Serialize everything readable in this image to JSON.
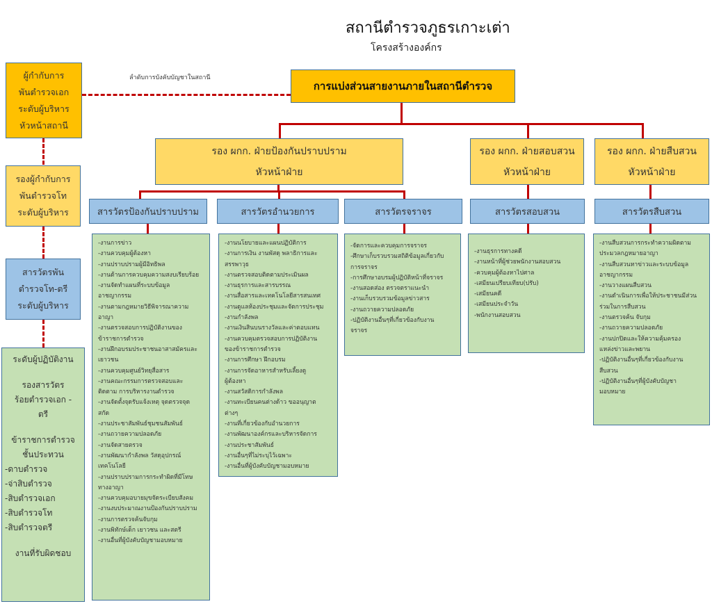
{
  "header": {
    "title": "สถานีตำรวจภูธรเกาะเต่า",
    "subtitle": "โครงสร้างองค์กร"
  },
  "command_line_label": "ลำดับการบังคับบัญชาในสถานี",
  "colors": {
    "connector": "#c00000",
    "top_box": "#ffc000",
    "deputy_box": "#ffd966",
    "section_box": "#9dc3e6",
    "task_box": "#c5e0b4",
    "border": "#41719c"
  },
  "hierarchy": {
    "chief": [
      "ผู้กำกับการ",
      "พันตำรวจเอก",
      "ระดับผู้บริหาร",
      "หัวหน้าสถานี"
    ],
    "deputy": [
      "รองผู้กำกับการ",
      "พันตำรวจโท",
      "ระดับผู้บริหาร"
    ],
    "inspector": [
      "สารวัตรพัน",
      "ตำรวจโท-ตรี",
      "ระดับผู้บริหาร"
    ],
    "operational": {
      "heading": "ระดับผู้ปฏิบัติงาน",
      "sub_inspector": [
        "รองสารวัตร",
        "ร้อยตำรวจเอก -",
        "ตรี"
      ],
      "ncos_heading": [
        "ข้าราชการตำรวจ",
        "ชั้นประทวน"
      ],
      "ranks": [
        "-ดาบตำรวจ",
        "-จ่าสิบตำรวจ",
        "-สิบตำรวจเอก",
        "-สิบตำรวจโท",
        "-สิบตำรวจตรี"
      ],
      "footer": "งานที่รับผิดชอบ"
    }
  },
  "root": {
    "label": "การแบ่งส่วนสายงานภายในสถานีตำรวจ"
  },
  "divisions": [
    {
      "line1": "รอง ผกก. ฝ่ายป้องกันปราบปราม",
      "line2": "หัวหน้าฝ่าย",
      "sections": [
        {
          "label": "สารวัตรป้องกันปราบปราม",
          "tasks": [
            "-งานการข่าว",
            "-งานควบคุมผู้ต้องหา",
            "-งานปราบปรามผู้มีอิทธิพล",
            "-งานด้านการควบคุมความสงบเรียบร้อย",
            "-งานจัดทำแผนที่ระบบข้อมูล",
            "อาชญากรรม",
            "-งานตามกฎหมายวิธีพิจารณาความ",
            "อาญา",
            "-งานตรวจสอบการปฏิบัติงานของ",
            "ข้าราชการตำรวจ",
            "-งานฝึกอบรมประชาชนอาสาสมัครและ",
            "เยาวชน",
            "-งานควบคุมศูนย์วิทยุสื่อสาร",
            "-งานคณะกรรมการตรวจสอบและ",
            "ติดตาม การบริหารงานตำรวจ",
            "-งานจัดตั้งจุดรับแจ้งเหตุ จุดตรวจจุด",
            "สกัด",
            "-งานประชาสัมพันธ์ชุมชนสัมพันธ์",
            "-งานถวายความปลอดภัย",
            "-งานจัดสายตรวจ",
            "-งานพัฒนากำลังพล วัสดุอุปกรณ์",
            "เทคโนโลยี",
            "-งานปราบปรามการกระทำผิดที่มีโทษ",
            "ทางอาญา",
            "-งานควบคุมอบายมุขจัดระเบียบสังคม",
            "-งานงบประมาณงานป้องกันปราบปราม",
            "-งานการตรวจค้นจับกุม",
            "-งานพิทักษ์เด็ก เยาวชน และสตรี",
            "-งานอื่นที่ผู้บังคับบัญชามอบหมาย"
          ]
        },
        {
          "label": "สารวัตรอำนวยการ",
          "tasks": [
            "-งานนโยบายและแผนปฏิบัติการ",
            "-งานการเงิน งานพัสดุ พลาธิการและ",
            "สรรพาวุธ",
            "-งานตรวจสอบติดตามประเมินผล",
            "-งานธุรการและสารบรรณ",
            "-งานสื่อสารและเทคโนโลยีสารสนเทศ",
            "-งานดูแลห้องประชุมและจัดการประชุม",
            "-งานกำลังพล",
            "-งานเงินสินบนรางวัลและค่าตอบแทน",
            "-งานควบคุมตรวจสอบการปฏิบัติงาน",
            "ของข้าราชการตำรวจ",
            "-งานการศึกษา ฝึกอบรม",
            "-งานการจัดอาหารสำหรับเลี้ยงดู",
            "ผู้ต้องหา",
            "-งานสวัสดิการกำลังพล",
            "-งานทะเบียนคนต่างด้าว ขออนุญาต",
            "ต่างๆ",
            "-งานที่เกี่ยวข้องกับอำนวยการ",
            "-งานพัฒนาองค์กรและบริหารจัดการ",
            "-งานประชาสัมพันธ์",
            "-งานอื่นๆที่ไม่ระบุไว้เฉพาะ",
            "-งานอื่นที่ผู้บังคับบัญชามอบหมาย"
          ]
        },
        {
          "label": "สารวัตรจราจร",
          "tasks": [
            "-จัดการและควบคุมการจราจร",
            "-ศึกษาเก็บรวบรวมสถิติข้อมูลเกี่ยวกับ",
            "การจราจร",
            "-การศึกษาอบรมผู้ปฏิบัติหน้าที่จราจร",
            "-งานสอดส่อง ตรวจตราแนะนำ",
            "-งานเก็บรวบรวมข้อมูลข่าวสาร",
            "-งานถวายความปลอดภัย",
            "-ปฏิบัติงานอื่นๆที่เกี่ยวข้องกับงาน",
            "จราจร"
          ]
        }
      ]
    },
    {
      "line1": "รอง ผกก. ฝ่ายสอบสวน",
      "line2": "หัวหน้าฝ่าย",
      "sections": [
        {
          "label": "สารวัตรสอบสวน",
          "tasks": [
            "-งานธุรการทางคดี",
            "-งานหน้าที่ผู้ช่วยพนักงานสอบสวน",
            "-ควบคุมผู้ต้องหาไปศาล",
            "-เสมียนเปรียบเทียบ(ปรับ)",
            "-เสมียนคดี",
            "-เสมียนประจำวัน",
            "-พนักงานสอบสวน"
          ]
        }
      ]
    },
    {
      "line1": "รอง ผกก. ฝ่ายสืบสวน",
      "line2": "หัวหน้าฝ่าย",
      "sections": [
        {
          "label": "สารวัตรสืบสวน",
          "tasks": [
            "-งานสืบสวนการกระทำความผิดตาม",
            "ประมวลกฎหมายอาญา",
            "-งานสืบสวนหาข่าวและระบบข้อมูล",
            "อาชญากรรม",
            "-งานวางแผนสืบสวน",
            "-งานดำเนินการเพื่อให้ประชาชนมีส่วน",
            "ร่วมในการสืบสวน",
            "-งานตรวจค้น จับกุม",
            "-งานถวายความปลอดภัย",
            "-งานปกปิดและให้ความคุ้มครอง",
            "แหล่งข่าวและพยาน",
            "-ปฏิบัติงานอื่นๆที่เกี่ยวข้องกับงาน",
            "สืบสวน",
            "-ปฏิบัติงานอื่นๆที่ผู้บังคับบัญชา",
            "มอบหมาย"
          ]
        }
      ]
    }
  ]
}
